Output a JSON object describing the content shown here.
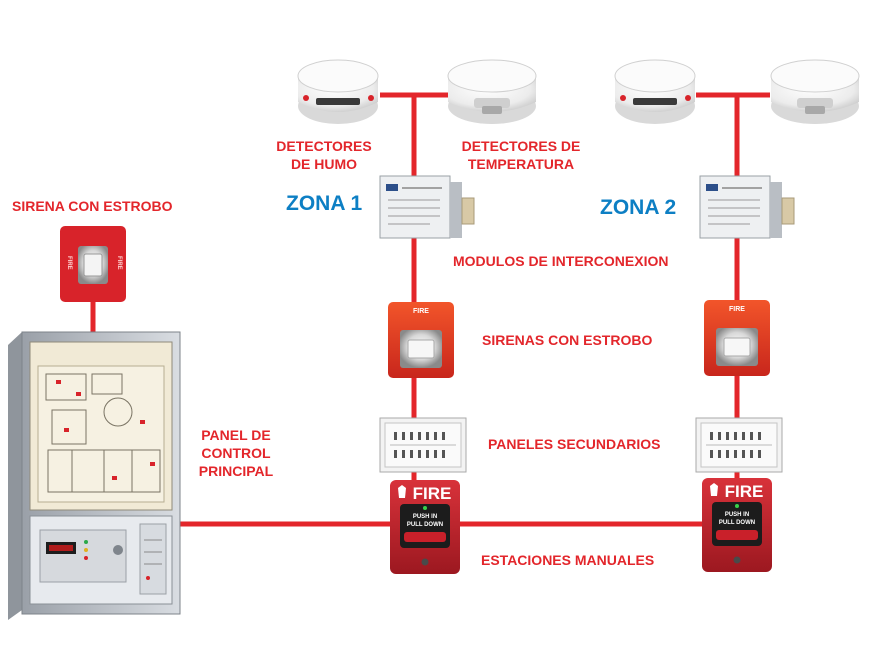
{
  "labels": {
    "sirena_con_estrobo": "SIRENA CON ESTROBO",
    "detectores_de_humo": [
      "DETECTORES",
      "DE HUMO"
    ],
    "detectores_de_temperatura": [
      "DETECTORES DE",
      "TEMPERATURA"
    ],
    "zona_1": "ZONA 1",
    "zona_2": "ZONA 2",
    "modulos_de_interconexion": "MODULOS DE INTERCONEXION",
    "sirenas_con_estrobo": "SIRENAS CON ESTROBO",
    "panel_de_control_principal": [
      "PANEL DE",
      "CONTROL",
      "PRINCIPAL"
    ],
    "paneles_secundarios": "PANELES SECUNDARIOS",
    "estaciones_manuales": "ESTACIONES MANUALES"
  },
  "device_text": {
    "fire": "FIRE",
    "push_in": "PUSH  IN",
    "pull_down": "PULL DOWN"
  },
  "colors": {
    "label_red": "#e3262b",
    "zone_blue": "#0d7fc4",
    "wire_red": "#e3262b",
    "device_red": "#c8202a"
  }
}
